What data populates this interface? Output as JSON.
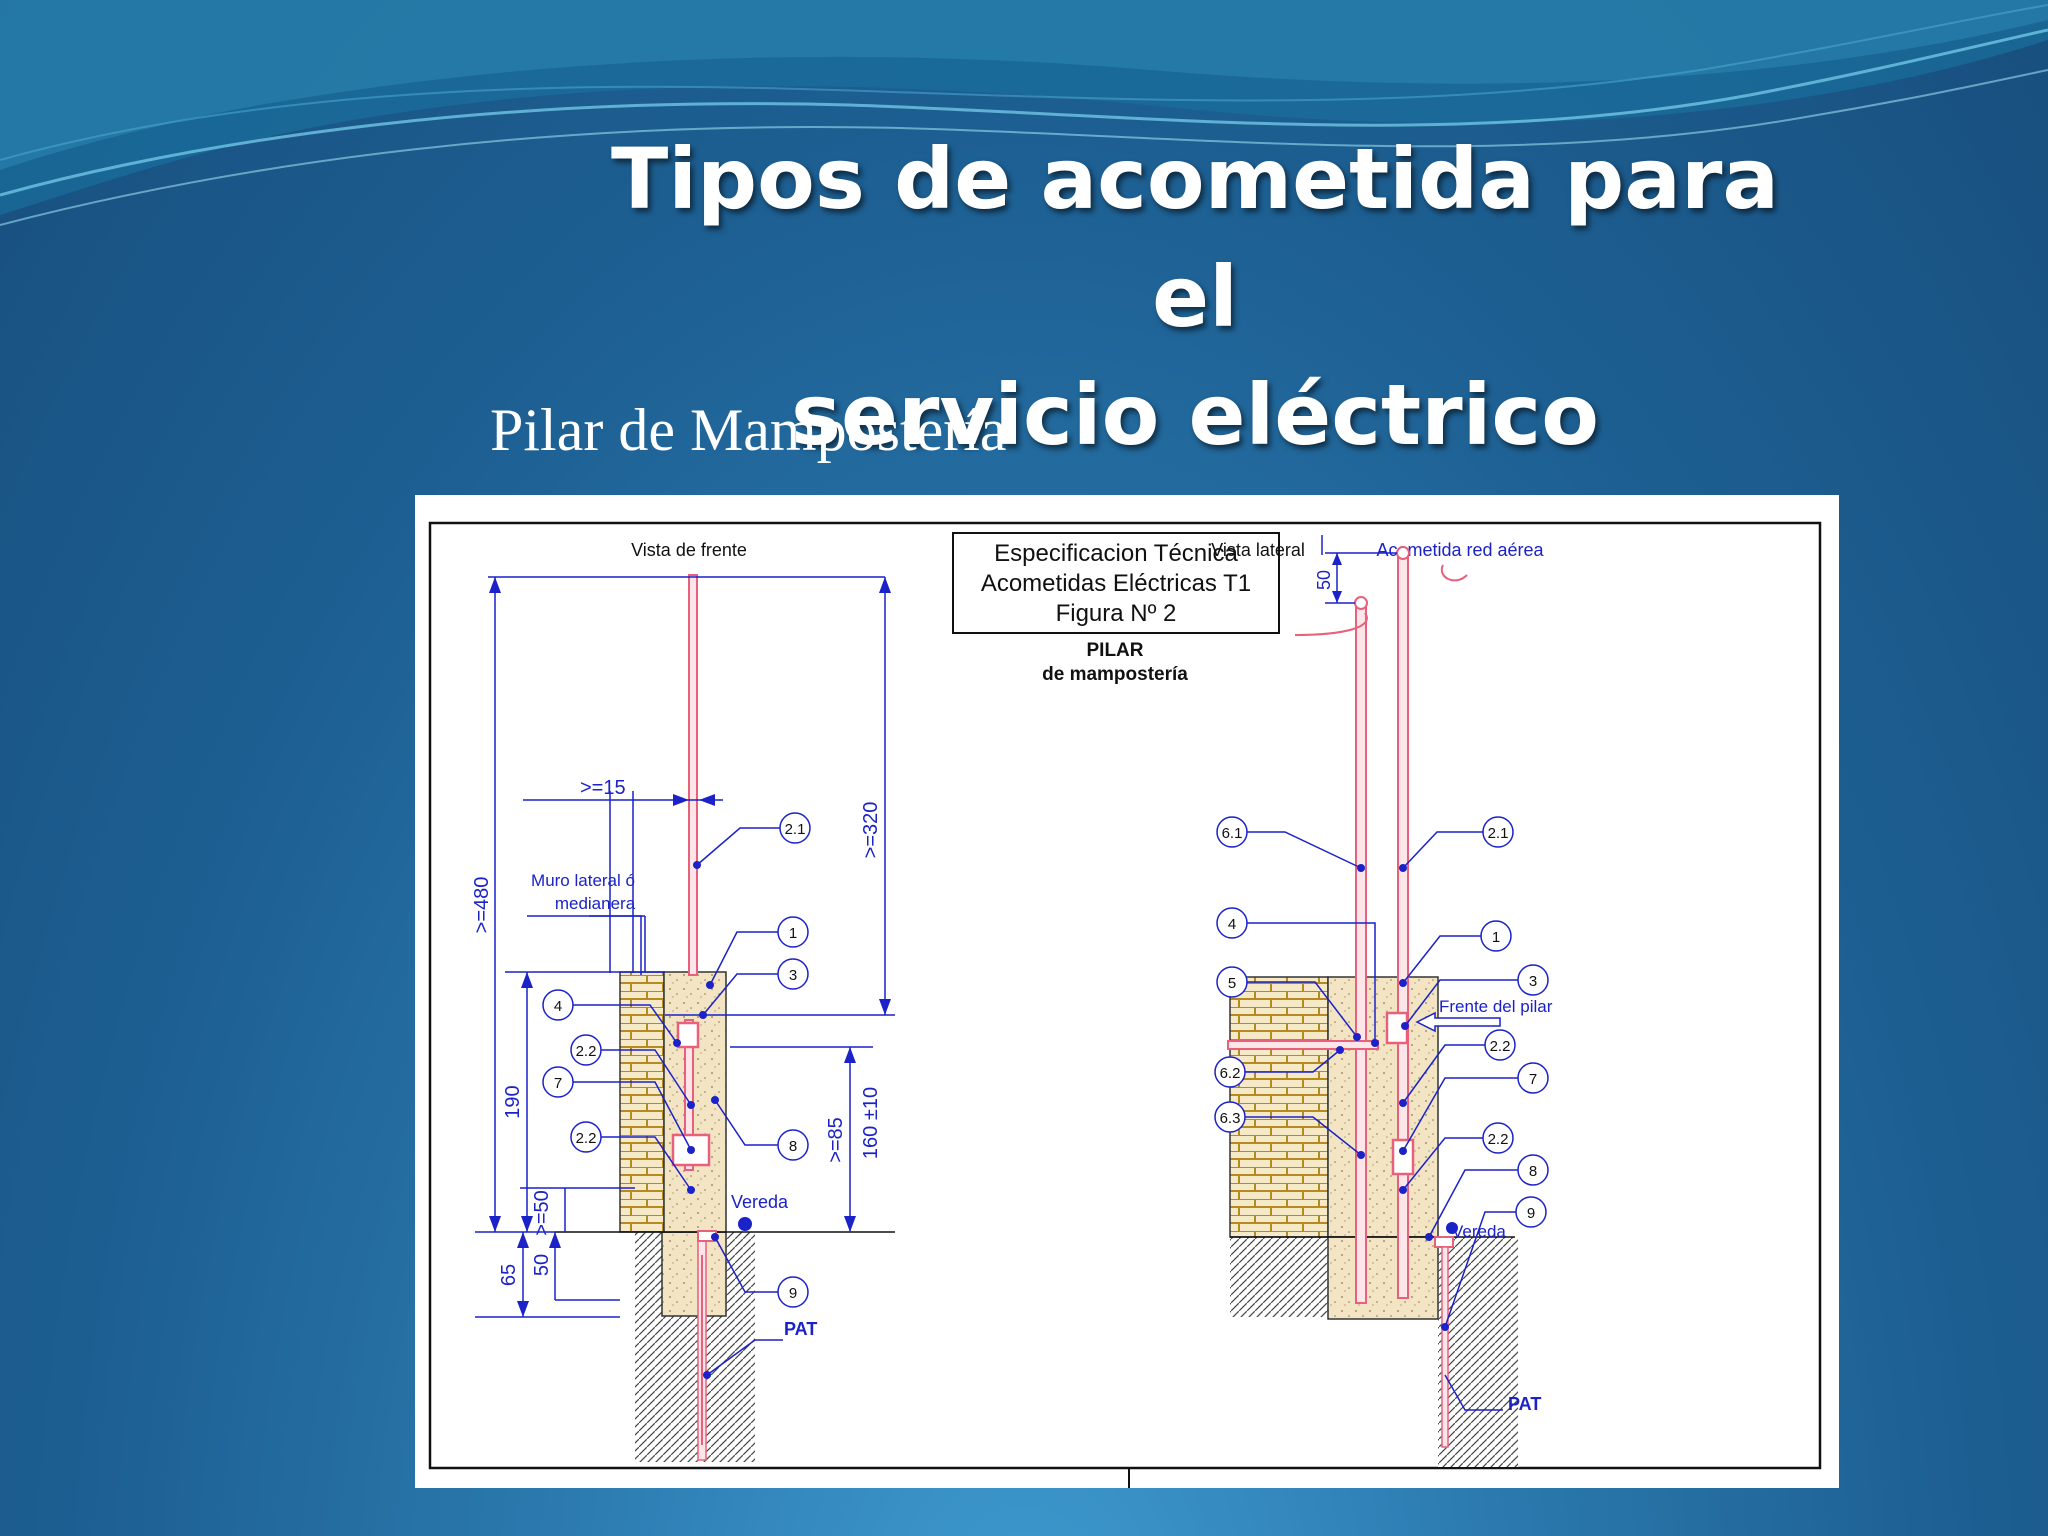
{
  "slide": {
    "title_line1": "Tipos de acometida para el",
    "title_line2": "servicio eléctrico",
    "subtitle": "Pilar de Mampostería"
  },
  "drawing": {
    "spec_box": {
      "line1": "Especificacion Técnica",
      "line2": "Acometidas Eléctricas T1",
      "line3": "Figura Nº 2"
    },
    "pilar_line1": "PILAR",
    "pilar_line2": "de mampostería",
    "front": {
      "view_label": "Vista de frente",
      "wall_label_line1": "Muro lateral ó",
      "wall_label_line2": "medianera",
      "dim_15": ">=15",
      "dim_320": ">=320",
      "dim_480": ">=480",
      "dim_190": "190",
      "dim_85": ">=85",
      "dim_160": "160 ±10",
      "dim_50a": ">=50",
      "dim_50b": "50",
      "dim_65": "65",
      "vereda": "Vereda",
      "pat": "PAT",
      "callouts": [
        "2.1",
        "1",
        "3",
        "4",
        "2.2",
        "7",
        "8",
        "2.2",
        "9"
      ]
    },
    "side": {
      "view_label": "Vista lateral",
      "aerial_label": "Acometida red aérea",
      "dim_50": "50",
      "frente_pilar": "Frente del pilar",
      "vereda": "Vereda",
      "pat": "PAT",
      "callouts": [
        "6.1",
        "2.1",
        "4",
        "1",
        "5",
        "3",
        "6.2",
        "2.2",
        "6.3",
        "7",
        "2.2",
        "8",
        "9"
      ]
    }
  },
  "colors": {
    "pipe": "#e8607a",
    "dimension": "#1a22c8",
    "brick": "#c8a030",
    "concrete": "#f3e4c4"
  }
}
